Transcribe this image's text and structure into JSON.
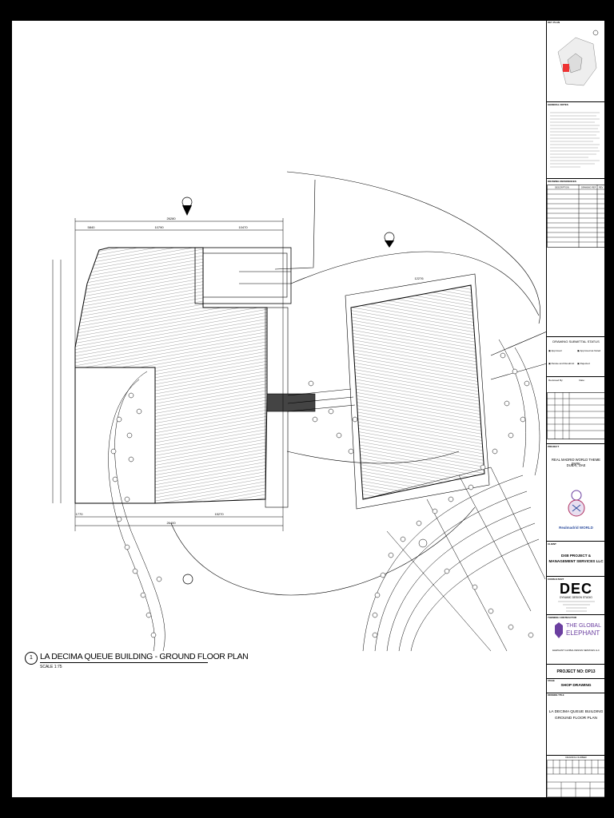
{
  "titleblock": {
    "key_plan_label": "KEY PLAN",
    "general_notes_label": "GENERAL NOTES",
    "drawing_references_label": "DRAWING REFERENCES",
    "ref_col1": "DESCRIPTION",
    "ref_col2": "DRAWING REF",
    "ref_col3": "REV",
    "submittal_status": "DRAWING SUBMITTAL STATUS",
    "status_a": "Approved",
    "status_b": "Approved as Noted",
    "status_c": "Revise and Resubmit",
    "status_d": "Rejected",
    "reviewed_by": "Reviewed By:",
    "date": "Date:",
    "project_label": "PROJECT",
    "project_name_1": "REAL MADRID WORLD THEME PARK",
    "project_name_2": "DUBAI, UAE",
    "client_label": "CLIENT",
    "client_1": "DXB PROJECT &",
    "client_2": "MANAGEMENT SERVICES LLC",
    "consultant_label": "CONSULTANT",
    "consultant_logo": "DEC",
    "consultant_sub": "DYNAMIC DESIGN STUDIO",
    "contractor_label": "THEMING CONTRACTOR",
    "contractor_logo_1": "THE GLOBAL",
    "contractor_logo_2": "ELEPHANT",
    "contractor_name": "ELEPHANT GLOBAL DESIGN SERVICES LLC",
    "project_no": "PROJECT NO:  DP13",
    "stage_label": "STAGE",
    "stage": "SHOP DRAWING",
    "drawing_title_label": "DRAWING TITLE",
    "drawing_title_1": "LA DECIMA QUEUE BUILDING",
    "drawing_title_2": "GROUND FLOOR PLAN",
    "drawing_number_label": "DRAWING NUMBER",
    "rm_logo_text": "Realmadrid WORLD"
  },
  "plan": {
    "view_number": "1",
    "view_title": "LA DECIMA QUEUE BUILDING - GROUND FLOOR PLAN",
    "scale": "SCALE   1:75",
    "dim_top_total": "26280",
    "dim_top_a": "5840",
    "dim_top_b": "10790",
    "dim_top_c": "10470",
    "dim_bottom_a": "1770",
    "dim_bottom_total": "26400",
    "dim_bottom_b": "15270",
    "dim_right_top": "12276"
  }
}
